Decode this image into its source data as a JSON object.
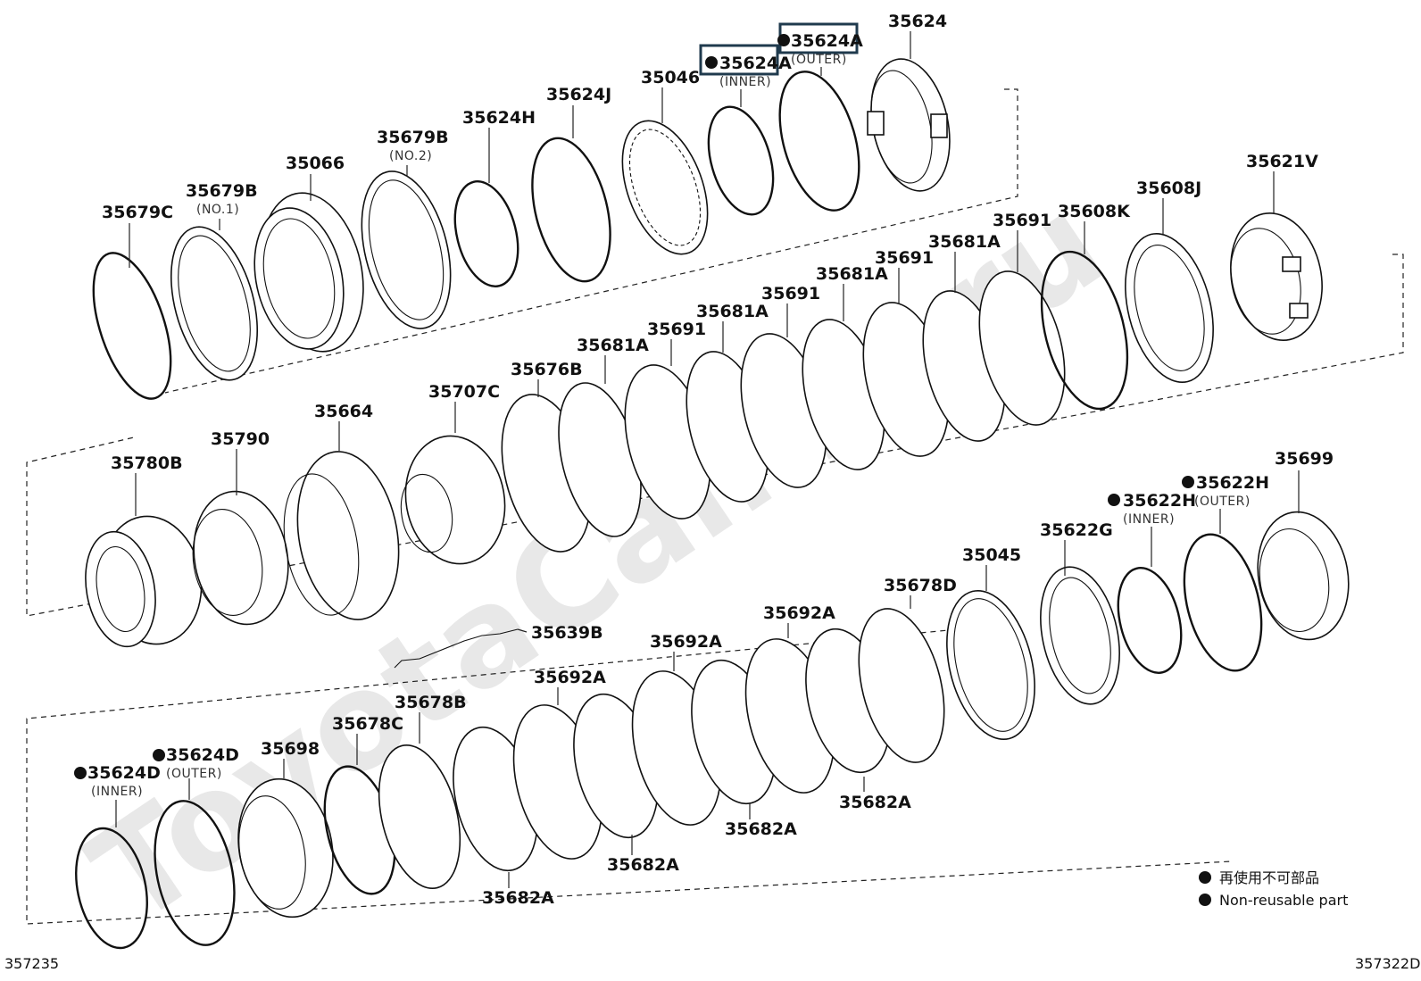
{
  "watermark": "ToyotaCamry.ru",
  "labels": {
    "p1": "35624A",
    "p2": "35624A",
    "p3": "35624",
    "p4": "35046",
    "p5": "35624J",
    "p6": "35624H",
    "p7": "35679B",
    "p8": "35066",
    "p9": "35679B",
    "p10": "35679C",
    "p11": "35621V",
    "p12": "35608J",
    "p13": "35608K",
    "p14": "35691",
    "p15": "35681A",
    "p16": "35691",
    "p17": "35681A",
    "p18": "35691",
    "p19": "35681A",
    "p20": "35691",
    "p21": "35681A",
    "p22": "35676B",
    "p23": "35707C",
    "p24": "35664",
    "p25": "35790",
    "p26": "35780B",
    "p27": "35699",
    "p28": "35622H",
    "p29": "35622H",
    "p30": "35622G",
    "p31": "35045",
    "p32": "35678D",
    "p33": "35692A",
    "p34": "35692A",
    "p35": "35692A",
    "p36": "35639B",
    "p37": "35678B",
    "p38": "35678C",
    "p39": "35698",
    "p40": "35624D",
    "p41": "35624D",
    "p42": "35682A",
    "p43": "35682A",
    "p44": "35682A",
    "p45": "35682A"
  },
  "sublabels": {
    "s_outer_a": "(OUTER)",
    "s_inner_a": "(INNER)",
    "s_no2": "(NO.2)",
    "s_no1": "(NO.1)",
    "s_outer_h": "(OUTER)",
    "s_inner_h": "(INNER)",
    "s_outer_d": "(OUTER)",
    "s_inner_d": "(INNER)"
  },
  "legend": {
    "japanese": "再使用不可部品",
    "english": "Non-reusable part"
  },
  "corner_left": "357235",
  "corner_right": "357322D",
  "highlighted_parts": [
    "35624A",
    "35624A"
  ],
  "colors": {
    "highlight_box": "#1f3a4d",
    "line": "#111111",
    "watermark": "#e8e8e8"
  }
}
